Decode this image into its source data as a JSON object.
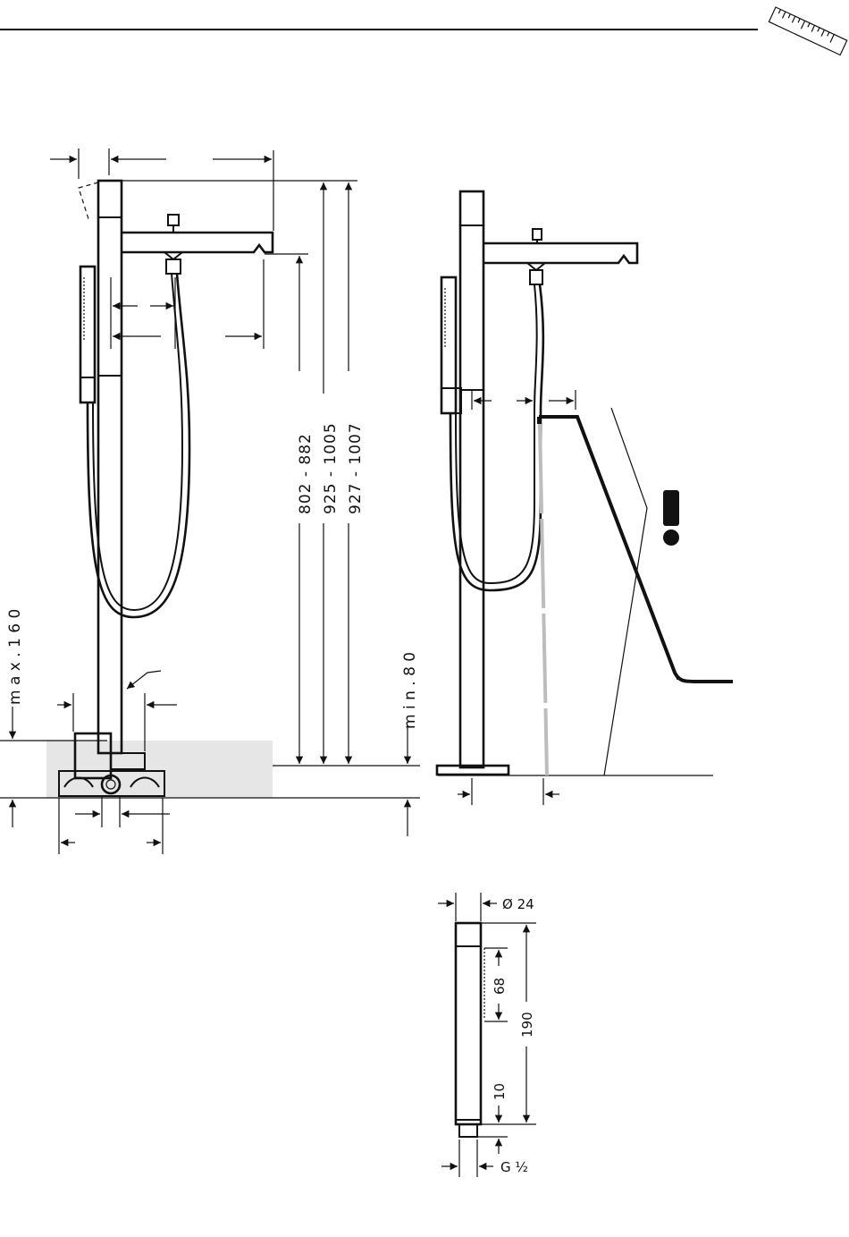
{
  "dimensions": {
    "height_range_1": "802 - 882",
    "height_range_2": "925 - 1005",
    "height_range_3": "927 - 1007",
    "max_label": "m a x .  1 6 0",
    "min_label": "m i n .  8 0",
    "handshower_diameter": "Ø 24",
    "handshower_spray_length": "68",
    "handshower_length": "190",
    "handshower_connector": "10",
    "handshower_thread": "G ½"
  },
  "colors": {
    "line": "#111111",
    "floor_fill": "#e6e6e6",
    "ghost_line": "#bdbdbd"
  },
  "icons": {
    "ruler": "ruler-icon",
    "warning": "exclamation-icon"
  }
}
